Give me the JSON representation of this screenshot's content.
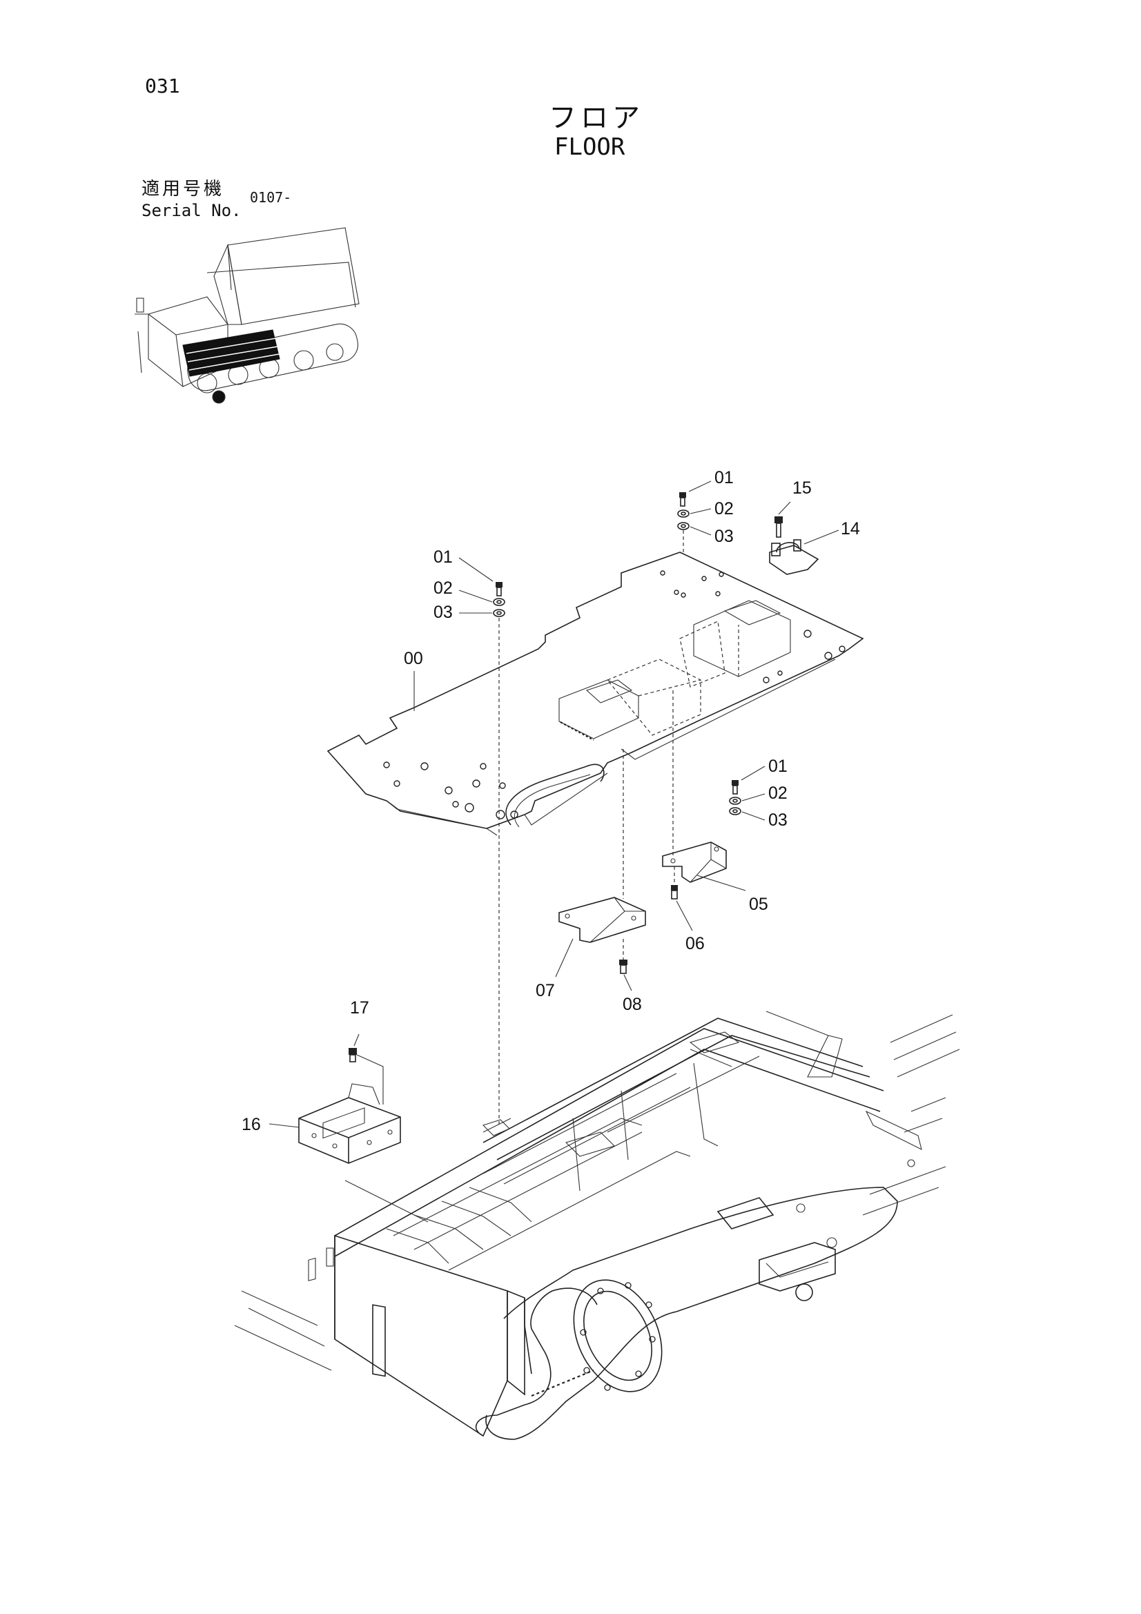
{
  "page": {
    "number": "031",
    "title_jp": "フロア",
    "title_en": "FLOOR",
    "serial_label_jp": "適用号機",
    "serial_label_en": "Serial No.",
    "serial_value": "0107-"
  },
  "callouts": {
    "c01a": "01",
    "c02a": "02",
    "c03a": "03",
    "c01b": "01",
    "c02b": "02",
    "c03b": "03",
    "c01c": "01",
    "c02c": "02",
    "c03c": "03",
    "c00": "00",
    "c05": "05",
    "c06": "06",
    "c07": "07",
    "c08": "08",
    "c14": "14",
    "c15": "15",
    "c16": "16",
    "c17": "17"
  }
}
